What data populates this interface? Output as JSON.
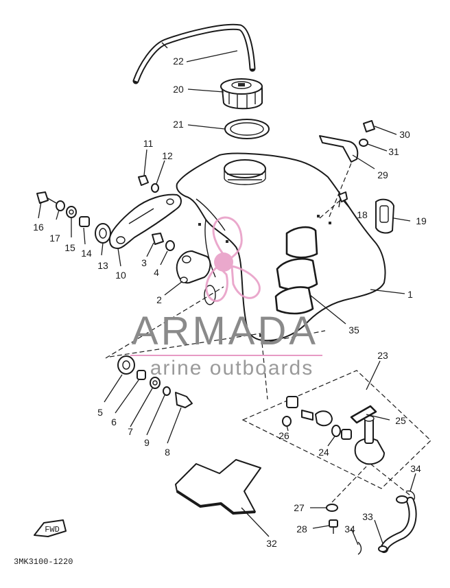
{
  "diagram": {
    "code": "3MK3100-1220",
    "fwd_label": "FWD",
    "callouts": [
      {
        "id": "1",
        "label": "1"
      },
      {
        "id": "2",
        "label": "2"
      },
      {
        "id": "3",
        "label": "3"
      },
      {
        "id": "4",
        "label": "4"
      },
      {
        "id": "5",
        "label": "5"
      },
      {
        "id": "6",
        "label": "6"
      },
      {
        "id": "7",
        "label": "7"
      },
      {
        "id": "8",
        "label": "8"
      },
      {
        "id": "9",
        "label": "9"
      },
      {
        "id": "10",
        "label": "10"
      },
      {
        "id": "11",
        "label": "11"
      },
      {
        "id": "12",
        "label": "12"
      },
      {
        "id": "13",
        "label": "13"
      },
      {
        "id": "14",
        "label": "14"
      },
      {
        "id": "15",
        "label": "15"
      },
      {
        "id": "16",
        "label": "16"
      },
      {
        "id": "17",
        "label": "17"
      },
      {
        "id": "18",
        "label": "18"
      },
      {
        "id": "19",
        "label": "19"
      },
      {
        "id": "20",
        "label": "20"
      },
      {
        "id": "21",
        "label": "21"
      },
      {
        "id": "22",
        "label": "22"
      },
      {
        "id": "23",
        "label": "23"
      },
      {
        "id": "24",
        "label": "24"
      },
      {
        "id": "25",
        "label": "25"
      },
      {
        "id": "26",
        "label": "26"
      },
      {
        "id": "27",
        "label": "27"
      },
      {
        "id": "28",
        "label": "28"
      },
      {
        "id": "29",
        "label": "29"
      },
      {
        "id": "30",
        "label": "30"
      },
      {
        "id": "31",
        "label": "31"
      },
      {
        "id": "32",
        "label": "32"
      },
      {
        "id": "33",
        "label": "33"
      },
      {
        "id": "34a",
        "label": "34"
      },
      {
        "id": "34b",
        "label": "34"
      },
      {
        "id": "35",
        "label": "35"
      }
    ]
  },
  "watermark": {
    "brand": "ARMADA",
    "tagline": "arine outboards",
    "logo_color": "#e79ac4",
    "text_color": "#8a8a8a"
  }
}
